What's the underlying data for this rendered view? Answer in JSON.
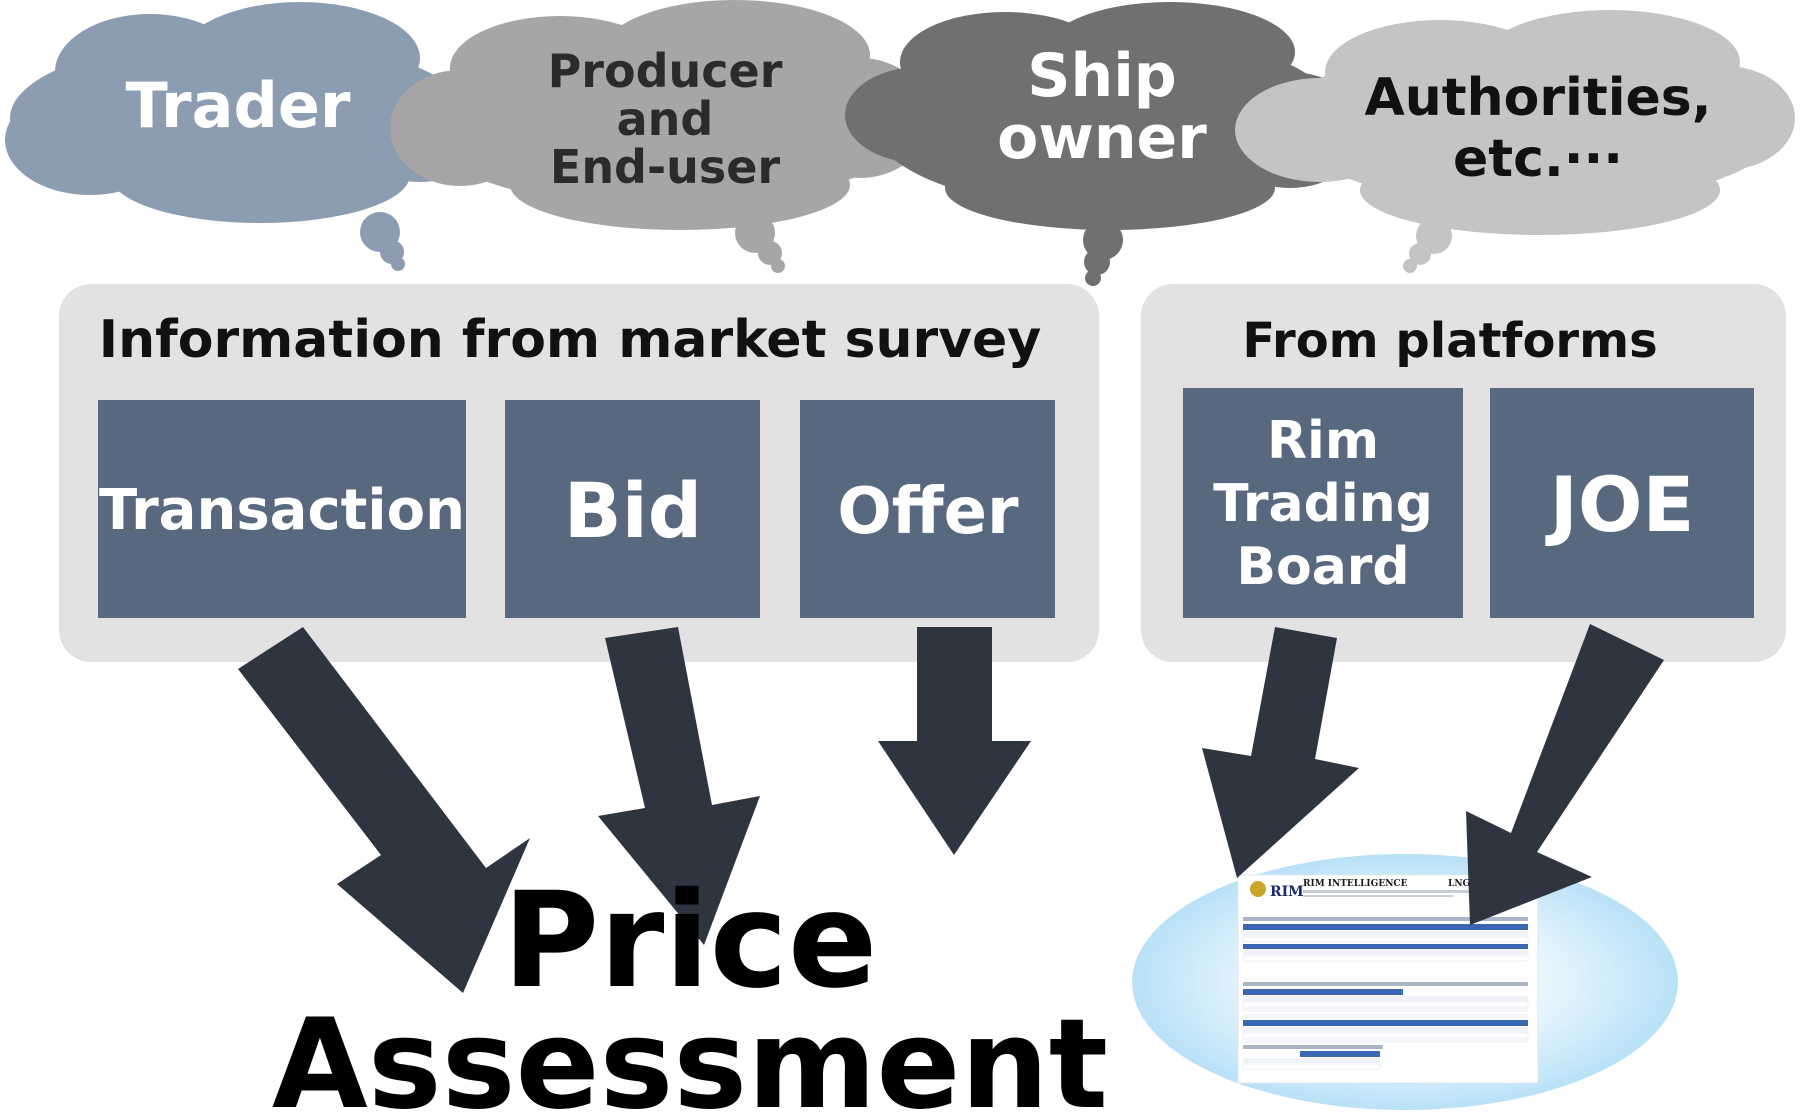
{
  "clouds": {
    "trader": "Trader",
    "producer_1": "Producer",
    "producer_2": "and",
    "producer_3": "End-user",
    "ship_1": "Ship",
    "ship_2": "owner",
    "authorities_1": "Authorities,",
    "authorities_2": "etc.···"
  },
  "market_survey": {
    "title": "Information from market survey",
    "items": [
      "Transaction",
      "Bid",
      "Offer"
    ]
  },
  "platforms": {
    "title": "From platforms",
    "rim_1": "Rim",
    "rim_2": "Trading",
    "rim_3": "Board",
    "joe": "JOE"
  },
  "result": {
    "line1": "Price",
    "line2": "Assessment"
  },
  "report": {
    "logo": "RIM",
    "company": "RIM INTELLIGENCE",
    "company_suffix": "LNG"
  },
  "colors": {
    "trader_cloud": "#8C9DB2",
    "producer_cloud": "#A6A6A6",
    "ship_cloud": "#707070",
    "authorities_cloud": "#C4C4C4",
    "panel": "#E2E2E2",
    "box": "#58697F",
    "arrow": "#2E3440",
    "ellipse": "#CDEBFA"
  }
}
